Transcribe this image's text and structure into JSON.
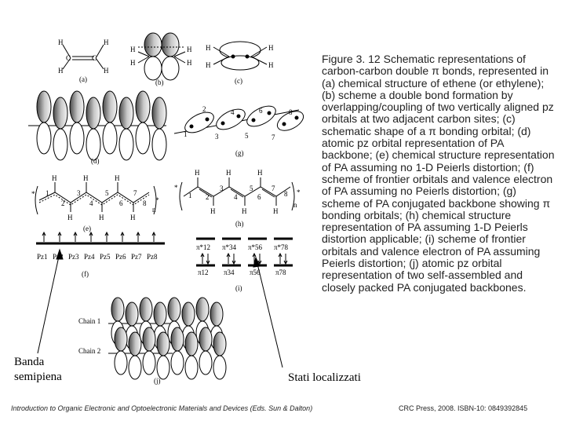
{
  "caption": {
    "text": "Figure 3. 12 Schematic representations of carbon-carbon double π bonds, represented in (a) chemical structure of ethene (or ethylene); (b) scheme a double bond formation by overlapping/coupling of two vertically aligned pz orbitals at two adjacent carbon sites; (c) schematic shape of a π bonding orbital; (d) atomic pz orbital representation of PA backbone; (e) chemical structure representation of PA assuming no 1-D Peierls distortion; (f) scheme of frontier orbitals and valence electron of PA assuming no Peierls distortion; (g) scheme of PA conjugated backbone showing π bonding orbitals; (h) chemical structure representation of PA assuming 1-D Peierls distortion applicable; (i) scheme of frontier orbitals and valence electron of PA assuming Peierls distortion; (j) atomic pz orbital representation of two self-assembled and closely packed PA conjugated backbones."
  },
  "panels": {
    "a": "(a)",
    "b": "(b)",
    "c": "(c)",
    "d": "(d)",
    "e": "(e)",
    "f": "(f)",
    "g": "(g)",
    "h": "(h)",
    "i": "(i)",
    "j": "(j)"
  },
  "atoms": {
    "c": "C",
    "h": "H",
    "n": "n",
    "star": "*"
  },
  "pz_labels": [
    "Pz1",
    "Pz2",
    "Pz3",
    "Pz4",
    "Pz5",
    "Pz6",
    "Pz7",
    "Pz8"
  ],
  "pi_star_labels": [
    "π*12",
    "π*34",
    "π*56",
    "π*78"
  ],
  "pi_labels": [
    "π12",
    "π34",
    "π56",
    "π78"
  ],
  "chain_labels": [
    "Chain 1",
    "Chain 2"
  ],
  "annotations": {
    "left_line1": "Banda",
    "left_line2": "semipiena",
    "right": "Stati localizzati"
  },
  "footer": {
    "left": "Introduction to Organic Electronic and Optoelectronic Materials and Devices (Eds. Sun & Dalton)",
    "right": "CRC Press, 2008.  ISBN-10: 0849392845"
  }
}
